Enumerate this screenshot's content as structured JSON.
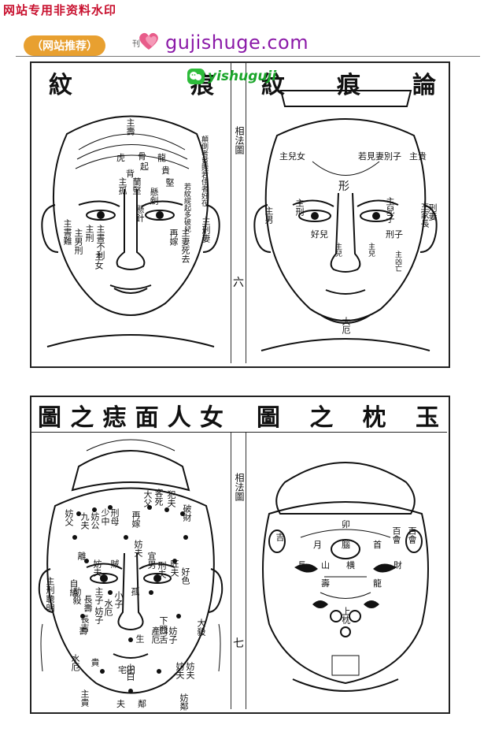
{
  "watermark": "网站专用非资料水印",
  "promo": {
    "tag": "（网站推荐）",
    "site": "gujishuge.com",
    "spine_fragment": "刊"
  },
  "wechat": {
    "text": "yishuguji"
  },
  "top_panel": {
    "title_left": [
      "紋",
      "痕"
    ],
    "title_right": [
      "痕",
      "論"
    ],
    "right_title_extra": "紋",
    "spine_text": "相法圖",
    "page_num": "六",
    "left_face_labels": [
      "主壽",
      "顛倒者貧賤若佳者好在",
      "虎",
      "龍",
      "骨",
      "起",
      "貴",
      "背",
      "堅",
      "懸劍",
      "若紋縱起多破兒",
      "懸針",
      "主孤",
      "主書難",
      "主刑",
      "主書不利",
      "主刑妻",
      "再嫁",
      "主妻死去",
      "主男刑",
      "主女",
      "蘭堅"
    ],
    "right_face_labels": [
      "主貴",
      "若見妻別子",
      "主兒女",
      "主男",
      "主家長",
      "主兒子",
      "主刑",
      "刑子",
      "好兒",
      "刑妻",
      "主兒",
      "主凶亡",
      "主兒",
      "形",
      "大厄"
    ]
  },
  "bottom_panel": {
    "title_left": [
      "圖",
      "之",
      "痣",
      "面",
      "人",
      "女"
    ],
    "title_right": [
      "圖",
      "之",
      "枕",
      "玉"
    ],
    "spine_text": "相法圖",
    "page_num": "七",
    "left_face_labels": [
      "主刑",
      "九夫",
      "妨公",
      "少中",
      "妨父",
      "刑母",
      "再嫁",
      "客死",
      "大父",
      "破財",
      "妨夫",
      "犯夫",
      "離",
      "賊",
      "妨夫",
      "自縊",
      "主子",
      "宜男",
      "刑夫",
      "聰明",
      "長壽",
      "好色",
      "旺夫",
      "劫殺",
      "水厄",
      "小子",
      "妨子",
      "長吉",
      "壽",
      "生",
      "孤",
      "產厄",
      "下賤",
      "口舌",
      "妨子",
      "大殺",
      "妨夫",
      "妨夫",
      "主貴",
      "少白",
      "宅田",
      "妨鄰",
      "夫",
      "水厄",
      "鄰",
      "貴"
    ],
    "right_face_labels": [
      "卯",
      "百會",
      "吉",
      "月",
      "首",
      "百會",
      "腦",
      "山",
      "横",
      "壽",
      "龍",
      "長",
      "財",
      "上枕"
    ]
  }
}
